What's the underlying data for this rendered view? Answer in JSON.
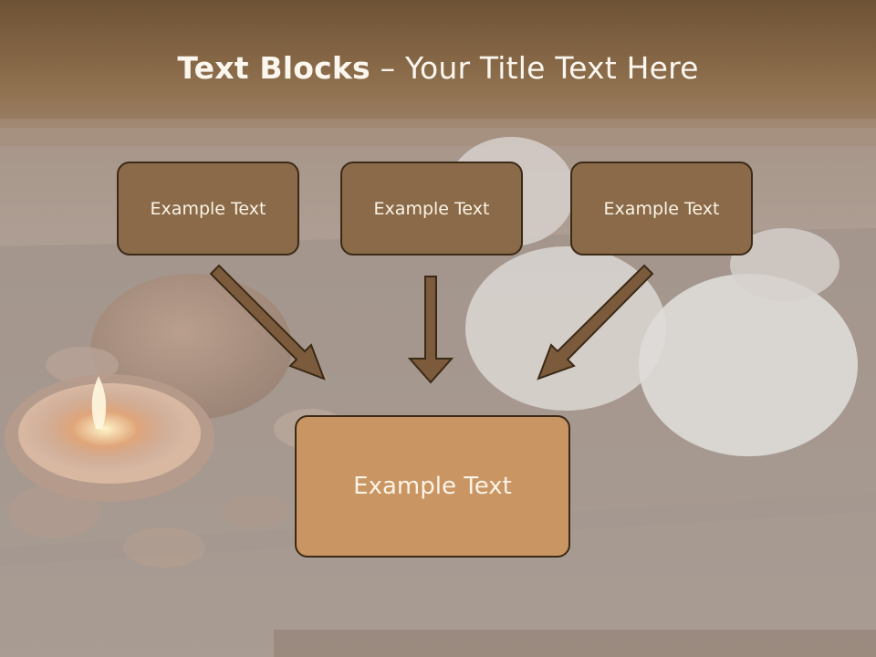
{
  "slide": {
    "title_bold": "Text Blocks",
    "title_sep": " – ",
    "title_rest": "Your Title Text Here"
  },
  "diagram": {
    "top_boxes": [
      {
        "label": "Example Text"
      },
      {
        "label": "Example Text"
      },
      {
        "label": "Example Text"
      }
    ],
    "bottom_box": {
      "label": "Example Text"
    }
  },
  "colors": {
    "top_box": "#8a6a48",
    "bottom_box": "#c99563",
    "border": "#3b2a17",
    "arrow": "#7b5b3c"
  }
}
